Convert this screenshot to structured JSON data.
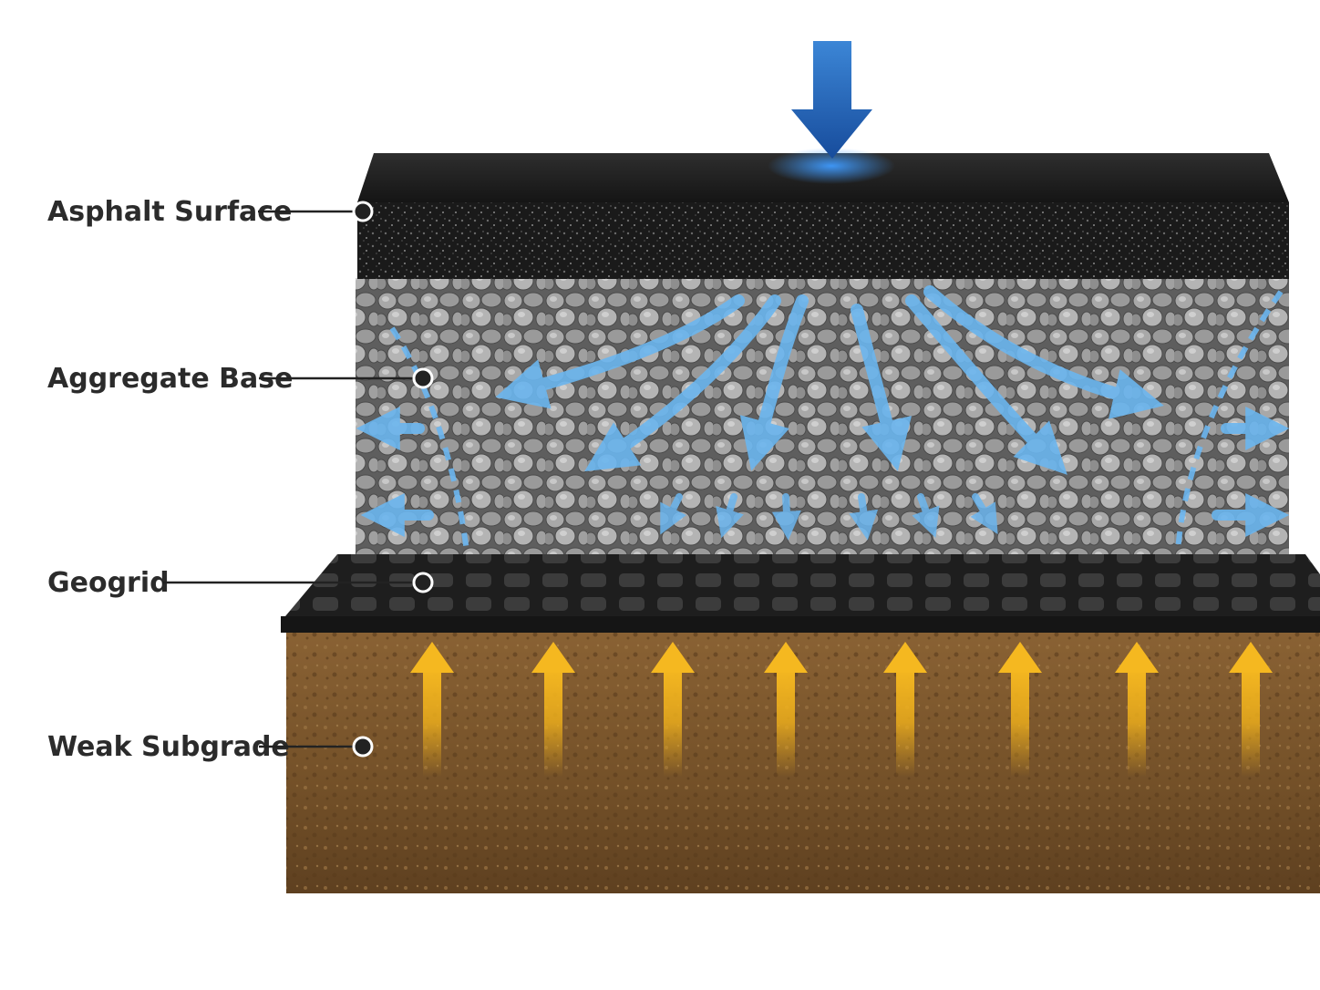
{
  "labels": {
    "asphalt": "Asphalt Surface",
    "aggregate": "Aggregate Base",
    "geogrid": "Geogrid",
    "subgrade": "Weak Subgrade"
  },
  "colors": {
    "asphalt": "#1c1c1c",
    "aggregate": "#8a8a8a",
    "geogrid": "#222222",
    "subgrade": "#7a5530",
    "load_arrow": "#1f5fb0",
    "spread_arrow": "#5aa9e6",
    "support_arrow": "#f2b21b",
    "label_text": "#2b2b2b"
  },
  "icons": {
    "load": "down-arrow-icon",
    "spread": "curved-arrow-icon",
    "support": "up-arrow-icon"
  }
}
